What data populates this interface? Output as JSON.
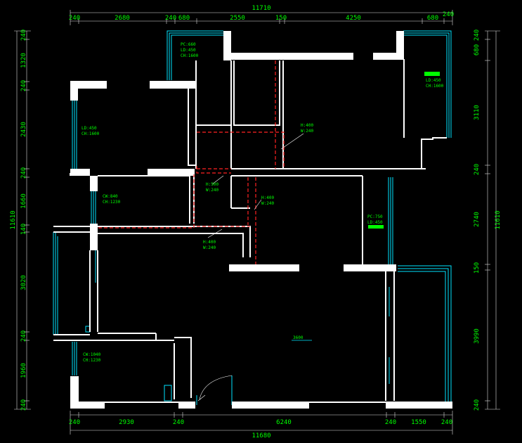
{
  "dimensions": {
    "top_total": "11710",
    "top_segments": [
      "240",
      "2680",
      "240",
      "680",
      "2550",
      "150",
      "4250",
      "680",
      "240"
    ],
    "bottom_total": "11680",
    "bottom_segments": [
      "240",
      "2930",
      "240",
      "6240",
      "240",
      "1550",
      "240"
    ],
    "left_total": "11610",
    "left_segments": [
      "240",
      "1320",
      "240",
      "2430",
      "240",
      "1660",
      "140",
      "3020",
      "240",
      "1960",
      "240"
    ],
    "right_total": "11610",
    "right_segments": [
      "240",
      "680",
      "3110",
      "240",
      "2740",
      "150",
      "3990",
      "240"
    ]
  },
  "annotations": {
    "a1": [
      "PC:660",
      "LD:450",
      "CH:1600"
    ],
    "a2": [
      "LD:450",
      "CH:1600"
    ],
    "a3": [
      "LD:450",
      "CH:1600"
    ],
    "a4": [
      "H:400",
      "W:240"
    ],
    "a5": [
      "CW:840",
      "CH:1230"
    ],
    "a6": [
      "H:500",
      "W:240"
    ],
    "a7": [
      "H:400",
      "W:240"
    ],
    "a8": [
      "H:400",
      "W:240"
    ],
    "a9": [
      "PC:750",
      "LD:450"
    ],
    "a10": [
      "CW:1040",
      "CH:1230"
    ],
    "a11": "3600"
  },
  "colors": {
    "background": "#000000",
    "dimension_text": "#00ff00",
    "wall": "#ffffff",
    "window": "#00e5ff",
    "beam_dashed": "#ff2222"
  }
}
